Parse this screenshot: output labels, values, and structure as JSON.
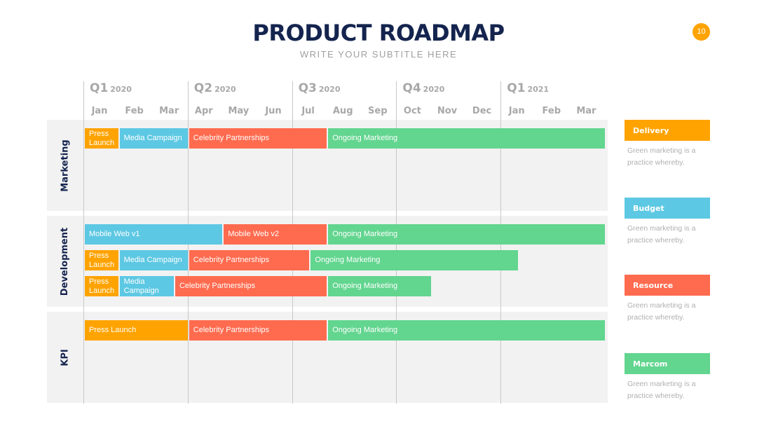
{
  "header": {
    "title": "PRODUCT ROADMAP",
    "subtitle": "WRITE YOUR SUBTITLE HERE",
    "page_number": "10"
  },
  "colors": {
    "orange": "#ffa300",
    "blue": "#5dc8e3",
    "red": "#ff6b4f",
    "green": "#62d58f",
    "navy": "#14244e",
    "lane_bg": "#f2f2f2"
  },
  "timeline": {
    "quarters": [
      {
        "label": "Q1",
        "year": "2020"
      },
      {
        "label": "Q2",
        "year": "2020"
      },
      {
        "label": "Q3",
        "year": "2020"
      },
      {
        "label": "Q4",
        "year": "2020"
      },
      {
        "label": "Q1",
        "year": "2021"
      }
    ],
    "months": [
      "Jan",
      "Feb",
      "Mar",
      "Apr",
      "May",
      "Jun",
      "Jul",
      "Aug",
      "Sep",
      "Oct",
      "Nov",
      "Dec",
      "Jan",
      "Feb",
      "Mar"
    ]
  },
  "lanes": [
    {
      "label": "Marketing"
    },
    {
      "label": "Development"
    },
    {
      "label": "KPI"
    }
  ],
  "bars": [
    {
      "lane": 0,
      "row": 0,
      "label": "Press Launch",
      "color": "orange",
      "start": 0,
      "end": 1
    },
    {
      "lane": 0,
      "row": 0,
      "label": "Media Campaign",
      "color": "blue",
      "start": 1,
      "end": 3
    },
    {
      "lane": 0,
      "row": 0,
      "label": "Celebrity Partnerships",
      "color": "red",
      "start": 3,
      "end": 7
    },
    {
      "lane": 0,
      "row": 0,
      "label": "Ongoing Marketing",
      "color": "green",
      "start": 7,
      "end": 15
    },
    {
      "lane": 1,
      "row": 0,
      "label": "Mobile Web v1",
      "color": "blue",
      "start": 0,
      "end": 4
    },
    {
      "lane": 1,
      "row": 0,
      "label": "Mobile Web v2",
      "color": "red",
      "start": 4,
      "end": 7
    },
    {
      "lane": 1,
      "row": 0,
      "label": "Ongoing Marketing",
      "color": "green",
      "start": 7,
      "end": 15
    },
    {
      "lane": 1,
      "row": 1,
      "label": "Press Launch",
      "color": "orange",
      "start": 0,
      "end": 1
    },
    {
      "lane": 1,
      "row": 1,
      "label": "Media Campaign",
      "color": "blue",
      "start": 1,
      "end": 3
    },
    {
      "lane": 1,
      "row": 1,
      "label": "Celebrity Partnerships",
      "color": "red",
      "start": 3,
      "end": 6.5
    },
    {
      "lane": 1,
      "row": 1,
      "label": "Ongoing Marketing",
      "color": "green",
      "start": 6.5,
      "end": 12.5
    },
    {
      "lane": 1,
      "row": 2,
      "label": "Press Launch",
      "color": "orange",
      "start": 0,
      "end": 1
    },
    {
      "lane": 1,
      "row": 2,
      "label": "Media Campaign",
      "color": "blue",
      "start": 1,
      "end": 2.6
    },
    {
      "lane": 1,
      "row": 2,
      "label": "Celebrity Partnerships",
      "color": "red",
      "start": 2.6,
      "end": 7
    },
    {
      "lane": 1,
      "row": 2,
      "label": "Ongoing Marketing",
      "color": "green",
      "start": 7,
      "end": 10
    },
    {
      "lane": 2,
      "row": 0,
      "label": "Press Launch",
      "color": "orange",
      "start": 0,
      "end": 3
    },
    {
      "lane": 2,
      "row": 0,
      "label": "Celebrity Partnerships",
      "color": "red",
      "start": 3,
      "end": 7
    },
    {
      "lane": 2,
      "row": 0,
      "label": "Ongoing Marketing",
      "color": "green",
      "start": 7,
      "end": 15
    }
  ],
  "legend": [
    {
      "label": "Delivery",
      "color": "orange",
      "text": "Green marketing is a practice whereby."
    },
    {
      "label": "Budget",
      "color": "blue",
      "text": "Green marketing is a practice whereby."
    },
    {
      "label": "Resource",
      "color": "red",
      "text": "Green marketing is a practice whereby."
    },
    {
      "label": "Marcom",
      "color": "green",
      "text": "Green marketing is a practice whereby."
    }
  ]
}
